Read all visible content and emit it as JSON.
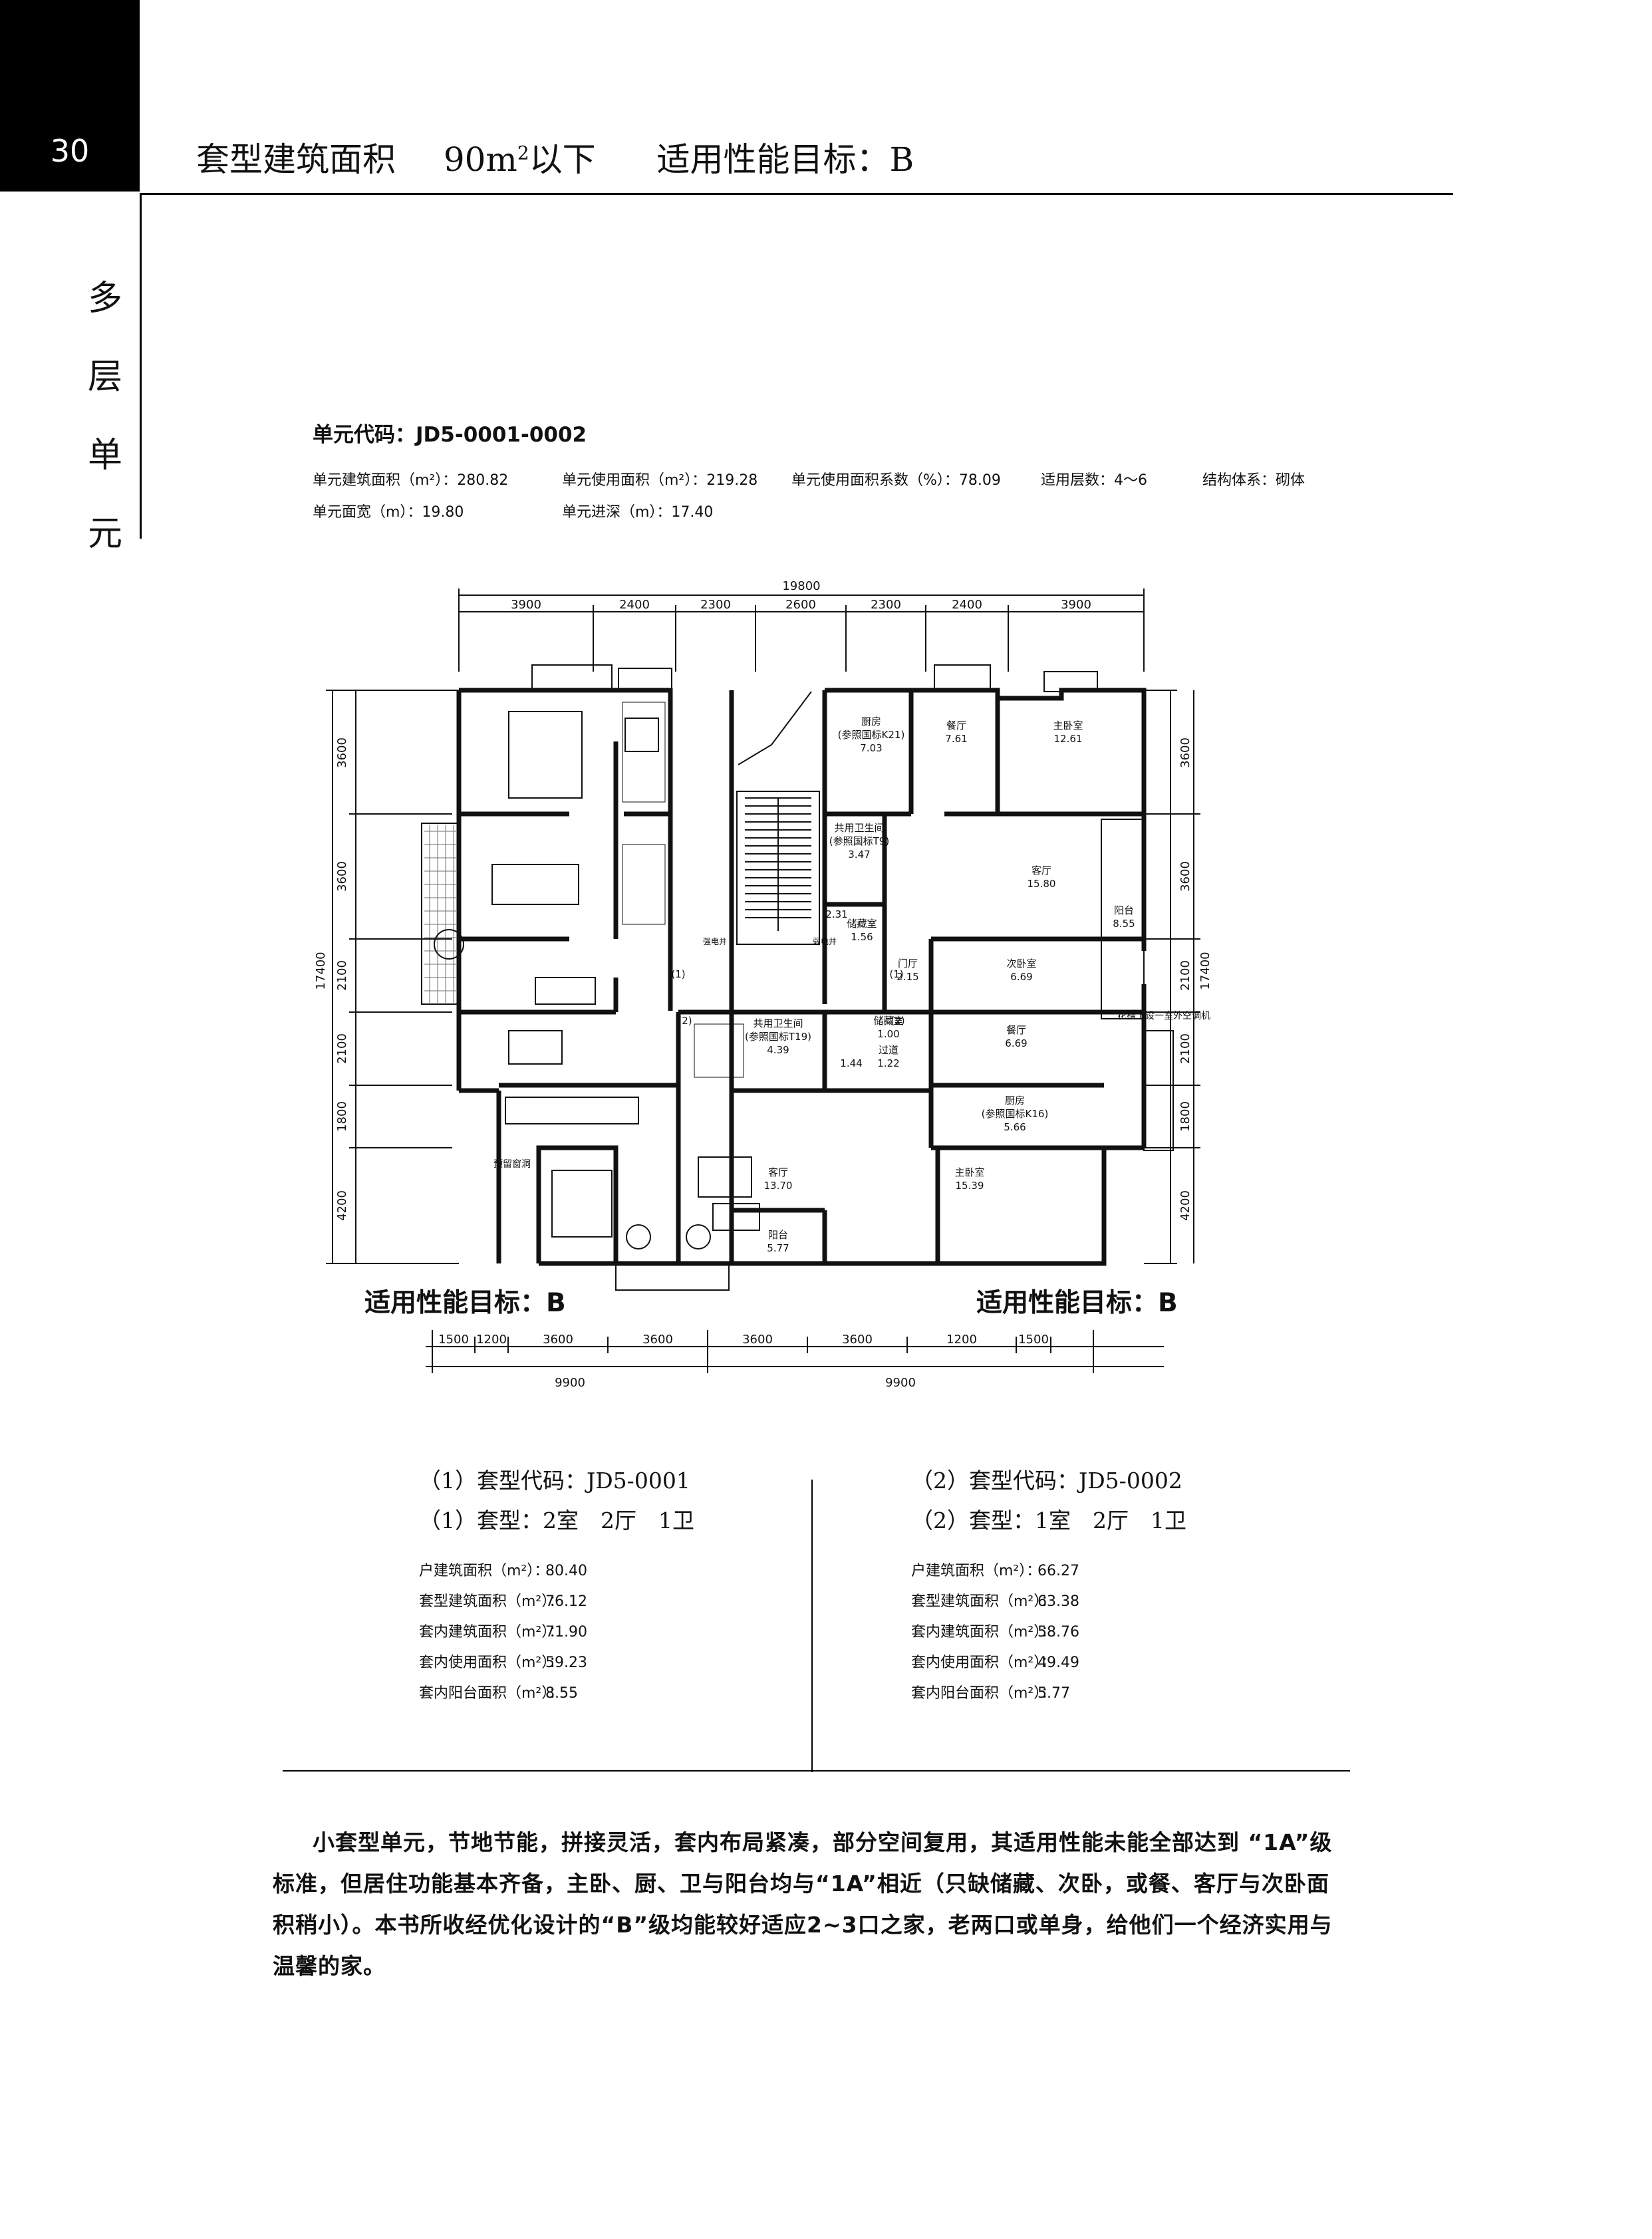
{
  "header": {
    "page_number": "30",
    "title_prefix": "套型建筑面积",
    "title_area": "90m",
    "title_area_sup": "2",
    "title_area_suffix": "以下",
    "performance": "适用性能目标：B"
  },
  "side_label": [
    "多",
    "层",
    "单",
    "元"
  ],
  "unit": {
    "code": "单元代码：JD5-0001-0002",
    "building_area": "单元建筑面积（m²）：280.82",
    "usable_area": "单元使用面积（m²）：219.28",
    "usable_ratio": "单元使用面积系数（%）：78.09",
    "floors": "适用层数：4～6",
    "structure": "结构体系：砌体",
    "width": "单元面宽（m）：19.80",
    "depth": "单元进深（m）：17.40"
  },
  "plan": {
    "top_total": "19800",
    "top_dims": [
      "3900",
      "2400",
      "2300",
      "2600",
      "2300",
      "2400",
      "3900"
    ],
    "bottom_dims": [
      "1500",
      "1200",
      "3600",
      "3600",
      "3600",
      "3600",
      "1200",
      "1500"
    ],
    "bottom_totals": [
      "9900",
      "9900"
    ],
    "left_dims": [
      "3600",
      "3600",
      "2100",
      "2100",
      "1800",
      "4200"
    ],
    "right_dims": [
      "3600",
      "3600",
      "2100",
      "2100",
      "1800",
      "4200"
    ],
    "side_total": "17400",
    "rooms": {
      "kitchen_k21": [
        "厨房",
        "(参照国标K21)",
        "7.03"
      ],
      "dining_right_top": [
        "餐厅",
        "7.61"
      ],
      "master_right_top": [
        "主卧室",
        "12.61"
      ],
      "bath_t9": [
        "共用卫生间",
        "(参照国标T9)",
        "3.47"
      ],
      "living_right": [
        "客厅",
        "15.80"
      ],
      "balcony_right": [
        "阳台",
        "8.55"
      ],
      "storage_1": [
        "储藏室",
        "1.56"
      ],
      "val_231": "2.31",
      "hall": [
        "门厅",
        "2.15"
      ],
      "second_bed": [
        "次卧室",
        "6.69"
      ],
      "bath_t19": [
        "共用卫生间",
        "(参照国标T19)",
        "4.39"
      ],
      "storage_2": [
        "储藏室",
        "1.00"
      ],
      "corridor": [
        "过道",
        "1.22"
      ],
      "val_144": "1.44",
      "dining_right_mid": [
        "餐厅",
        "6.69"
      ],
      "kitchen_k16": [
        "厨房",
        "(参照国标K16)",
        "5.66"
      ],
      "living_mid": [
        "客厅",
        "13.70"
      ],
      "master_mid": [
        "主卧室",
        "15.39"
      ],
      "balcony_mid": [
        "阳台",
        "5.77"
      ],
      "ac_note": "花槽下设一室外空调机",
      "reserve_window": "预留窗洞",
      "tag_1": "(1)",
      "tag_2": "(2)",
      "small_label_a": "强电井",
      "small_label_b": "弱电井"
    }
  },
  "perf_left": "适用性能目标：B",
  "perf_right": "适用性能目标：B",
  "spec_left": {
    "code": "（1）套型代码：JD5-0001",
    "type": "（1）套型：2室　2厅　1卫",
    "rows": [
      {
        "label": "户建筑面积（m²）：",
        "value": "80.40"
      },
      {
        "label": "套型建筑面积（m²）：",
        "value": "76.12"
      },
      {
        "label": "套内建筑面积（m²）：",
        "value": "71.90"
      },
      {
        "label": "套内使用面积（m²）：",
        "value": "59.23"
      },
      {
        "label": "套内阳台面积（m²）：",
        "value": "8.55"
      }
    ]
  },
  "spec_right": {
    "code": "（2）套型代码：JD5-0002",
    "type": "（2）套型：1室　2厅　1卫",
    "rows": [
      {
        "label": "户建筑面积（m²）：",
        "value": "66.27"
      },
      {
        "label": "套型建筑面积（m²）：",
        "value": "63.38"
      },
      {
        "label": "套内建筑面积（m²）：",
        "value": "58.76"
      },
      {
        "label": "套内使用面积（m²）：",
        "value": "49.49"
      },
      {
        "label": "套内阳台面积（m²）：",
        "value": "5.77"
      }
    ]
  },
  "description": "小套型单元，节地节能，拼接灵活，套内布局紧凑，部分空间复用，其适用性能未能全部达到 “1A”级标准，但居住功能基本齐备，主卧、厨、卫与阳台均与“1A”相近（只缺储藏、次卧，或餐、客厅与次卧面积稍小）。本书所收经优化设计的“B”级均能较好适应2~3口之家，老两口或单身，给他们一个经济实用与温馨的家。"
}
